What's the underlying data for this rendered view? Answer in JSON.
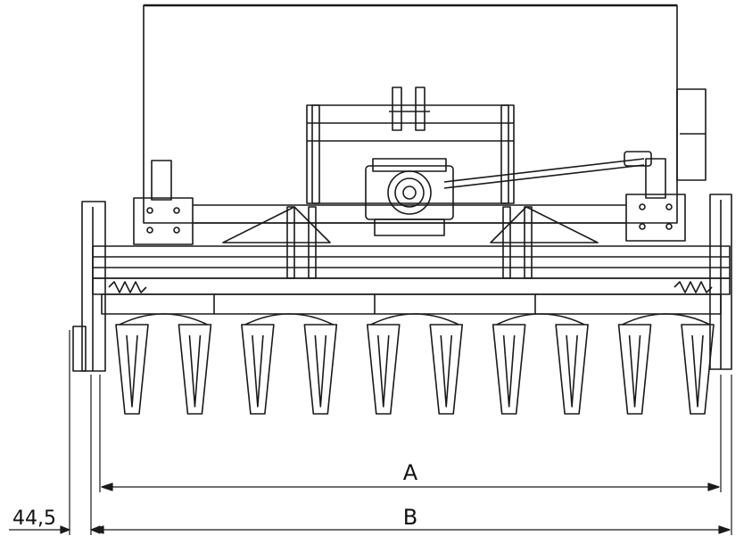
{
  "dimensions": {
    "a": {
      "label": "A"
    },
    "b": {
      "label": "B"
    },
    "offset": {
      "label": "44,5"
    }
  },
  "tines": {
    "count": 10
  },
  "colors": {
    "line": "#1a1a1a",
    "hatch": "#555555",
    "background": "#ffffff"
  }
}
